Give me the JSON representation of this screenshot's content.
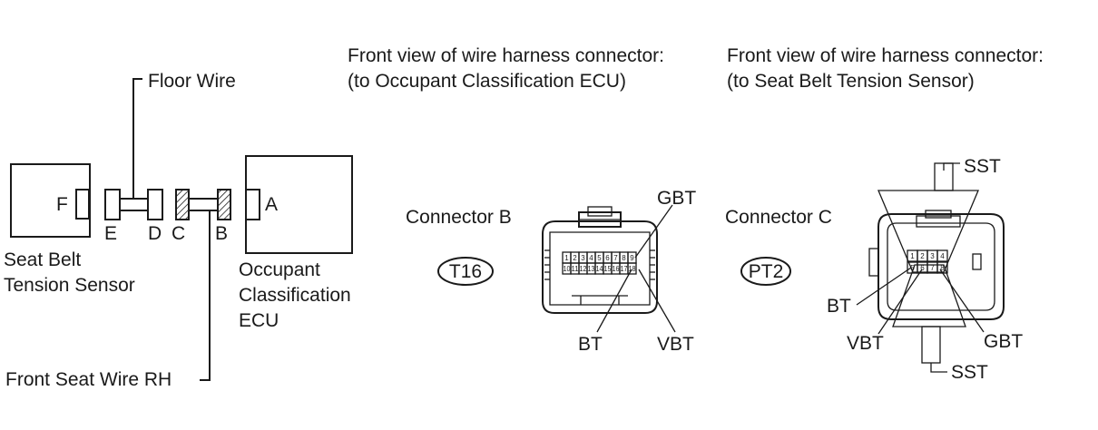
{
  "left_diagram": {
    "floor_wire_label": "Floor Wire",
    "front_seat_wire_label": "Front Seat Wire RH",
    "sensor_label_line1": "Seat Belt",
    "sensor_label_line2": "Tension Sensor",
    "ecu_label_line1": "Occupant",
    "ecu_label_line2": "Classification",
    "ecu_label_line3": "ECU",
    "pin_F": "F",
    "pin_A": "A",
    "conn_E": "E",
    "conn_D": "D",
    "conn_C": "C",
    "conn_B": "B"
  },
  "connector_b": {
    "heading_line1": "Front view of wire harness connector:",
    "heading_line2": "(to Occupant Classification ECU)",
    "name": "Connector B",
    "code": "T16",
    "top_pins": [
      "1",
      "2",
      "3",
      "4",
      "5",
      "6",
      "7",
      "8",
      "9"
    ],
    "bottom_pins": [
      "10",
      "11",
      "12",
      "13",
      "14",
      "15",
      "16",
      "17",
      "18"
    ],
    "label_gbt": "GBT",
    "label_bt": "BT",
    "label_vbt": "VBT"
  },
  "connector_c": {
    "heading_line1": "Front view of wire harness connector:",
    "heading_line2": "(to Seat Belt Tension Sensor)",
    "name": "Connector C",
    "code": "PT2",
    "top_pins": [
      "1",
      "2",
      "3",
      "4"
    ],
    "bottom_pins": [
      "5",
      "6",
      "7",
      "8"
    ],
    "label_sst_top": "SST",
    "label_sst_bottom": "SST",
    "label_bt": "BT",
    "label_vbt": "VBT",
    "label_gbt": "GBT"
  }
}
